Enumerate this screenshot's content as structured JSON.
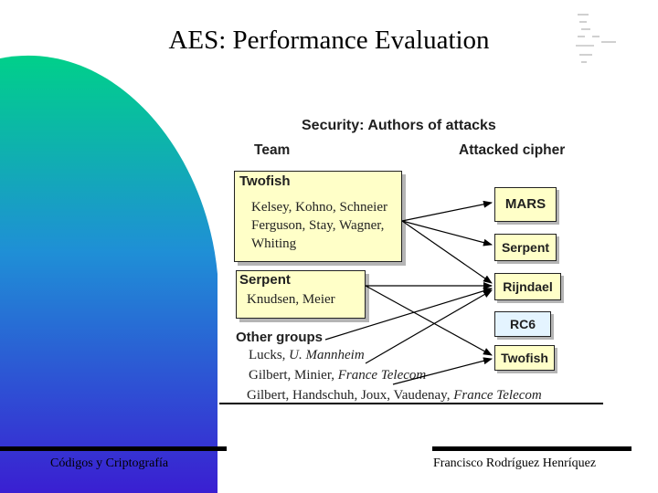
{
  "slide": {
    "title": "AES: Performance Evaluation"
  },
  "diagram": {
    "title": "Security: Authors of attacks",
    "team_header": "Team",
    "cipher_header": "Attacked cipher",
    "teams": [
      {
        "name": "Twofish",
        "members": [
          "Kelsey, Kohno, Schneier",
          "Ferguson, Stay, Wagner,",
          "Whiting"
        ]
      },
      {
        "name": "Serpent",
        "members": [
          "Knudsen, Meier"
        ]
      },
      {
        "name": "Other groups",
        "members": [
          {
            "names": "Lucks, ",
            "affiliation": "U. Mannheim"
          },
          {
            "names": "Gilbert, Minier, ",
            "affiliation": "France Telecom"
          },
          {
            "names": "Gilbert, Handschuh, Joux, Vaudenay, ",
            "affiliation": "France Telecom"
          }
        ]
      }
    ],
    "ciphers": [
      "MARS",
      "Serpent",
      "Rijndael",
      "RC6",
      "Twofish"
    ],
    "attacks": [
      {
        "from": "Twofish",
        "to": "MARS"
      },
      {
        "from": "Twofish",
        "to": "Serpent"
      },
      {
        "from": "Twofish",
        "to": "Rijndael"
      },
      {
        "from": "Serpent",
        "to": "Rijndael"
      },
      {
        "from": "Serpent",
        "to": "Twofish"
      },
      {
        "from": "Lucks, U. Mannheim",
        "to": "Rijndael"
      },
      {
        "from": "Gilbert, Minier, France Telecom",
        "to": "Rijndael"
      },
      {
        "from": "Gilbert, Handschuh, Joux, Vaudenay, France Telecom",
        "to": "Twofish"
      }
    ]
  },
  "footer": {
    "left": "Códigos y Criptografía",
    "right": "Francisco Rodríguez Henríquez"
  },
  "colors": {
    "gradient_top": "#00d08a",
    "gradient_mid": "#1f8fd6",
    "gradient_bottom": "#3a1fd2",
    "box_fill": "#ffffc8",
    "rc6_fill": "#e4f4ff"
  }
}
